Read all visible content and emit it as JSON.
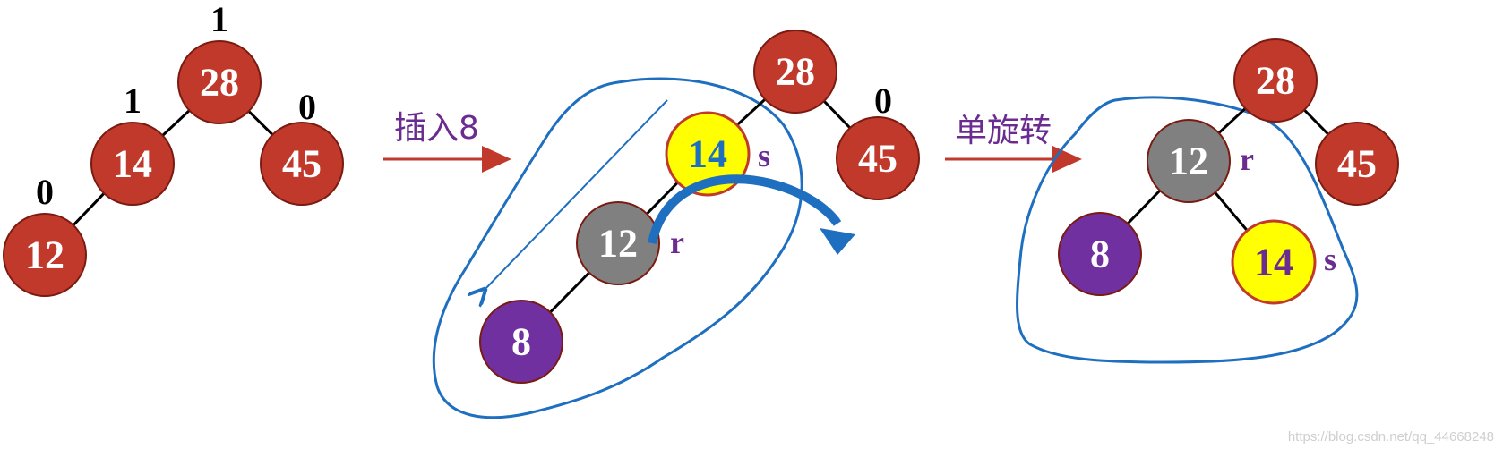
{
  "colors": {
    "red_node": "#c0392b",
    "gray_node": "#808080",
    "yellow_node": "#ffff00",
    "purple_node": "#7030a0",
    "node_outline": "#7a1a10",
    "arrow": "#c0392b",
    "blue_outline": "#1f6fc0",
    "label_purple": "#6a2c91"
  },
  "panel1": {
    "nodes": [
      {
        "label": "28",
        "bf": "1"
      },
      {
        "label": "14",
        "bf": "1"
      },
      {
        "label": "45",
        "bf": "0"
      },
      {
        "label": "12",
        "bf": "0"
      }
    ]
  },
  "step1": {
    "label": "插入8"
  },
  "panel2": {
    "nodes": [
      {
        "label": "28"
      },
      {
        "label": "14",
        "tag": "s"
      },
      {
        "label": "45",
        "bf": "0"
      },
      {
        "label": "12",
        "tag": "r"
      },
      {
        "label": "8"
      }
    ]
  },
  "step2": {
    "label": "单旋转"
  },
  "panel3": {
    "nodes": [
      {
        "label": "28"
      },
      {
        "label": "12",
        "tag": "r"
      },
      {
        "label": "45"
      },
      {
        "label": "8"
      },
      {
        "label": "14",
        "tag": "s"
      }
    ]
  },
  "watermark": "https://blog.csdn.net/qq_44668248"
}
